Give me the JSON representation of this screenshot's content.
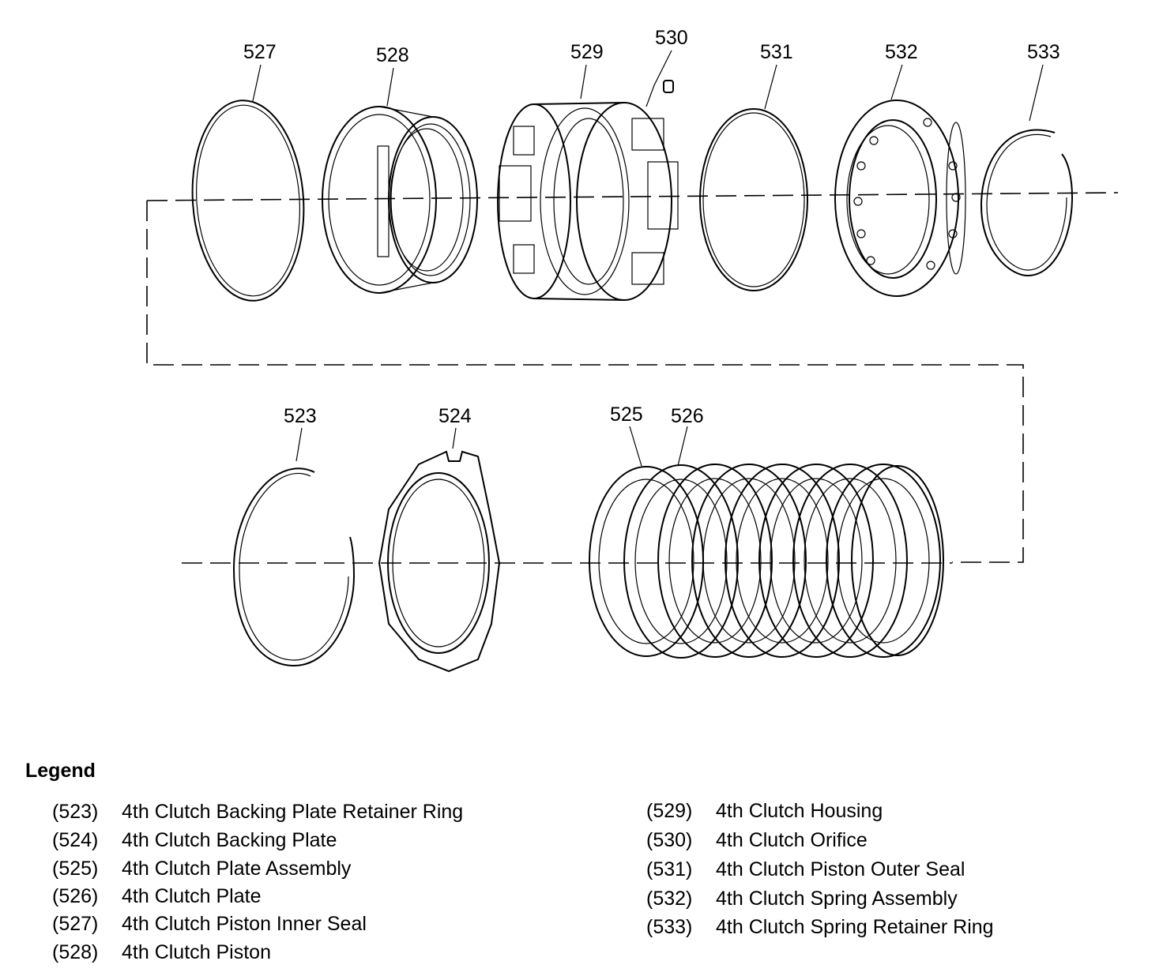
{
  "callouts": {
    "c523": "523",
    "c524": "524",
    "c525": "525",
    "c526": "526",
    "c527": "527",
    "c528": "528",
    "c529": "529",
    "c530": "530",
    "c531": "531",
    "c532": "532",
    "c533": "533"
  },
  "legend": {
    "title": "Legend",
    "left": [
      {
        "num": "(523)",
        "label": "4th Clutch Backing Plate Retainer Ring"
      },
      {
        "num": "(524)",
        "label": "4th Clutch Backing Plate"
      },
      {
        "num": "(525)",
        "label": "4th Clutch Plate Assembly"
      },
      {
        "num": "(526)",
        "label": "4th Clutch Plate"
      },
      {
        "num": "(527)",
        "label": "4th Clutch Piston Inner Seal"
      },
      {
        "num": "(528)",
        "label": "4th Clutch Piston"
      }
    ],
    "right": [
      {
        "num": "(529)",
        "label": "4th Clutch Housing"
      },
      {
        "num": "(530)",
        "label": "4th Clutch Orifice"
      },
      {
        "num": "(531)",
        "label": "4th Clutch Piston Outer Seal"
      },
      {
        "num": "(532)",
        "label": "4th Clutch Spring Assembly"
      },
      {
        "num": "(533)",
        "label": "4th Clutch Spring Retainer Ring"
      }
    ]
  }
}
